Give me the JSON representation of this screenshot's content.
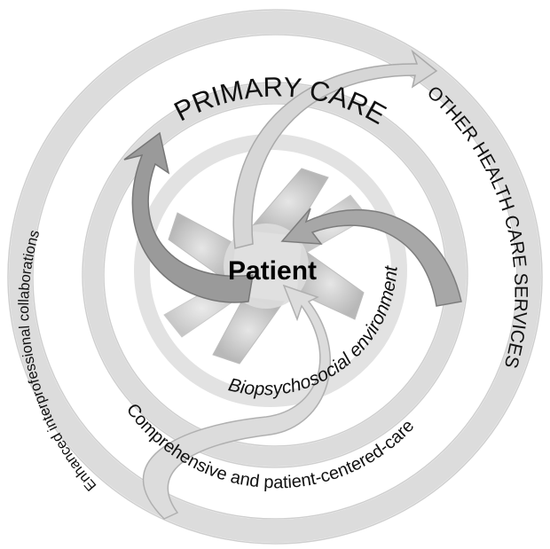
{
  "labels": {
    "center": "Patient",
    "primary_care": "PRIMARY CARE",
    "other_services": "OTHER HEALTH CARE SERVICES",
    "biopsychosocial": "Biopsychosocial environment",
    "comprehensive": "Comprehensive and patient-centered-care",
    "interprofessional": "Enhanced interprofessional collaborations"
  },
  "colors": {
    "ring_fill": "#f4f4f4",
    "ring_stroke": "#d2d2d2",
    "arrow_dark": "#8f8f8f",
    "arrow_mid": "#b5b5b5",
    "arrow_light": "#d9d9d9",
    "pinwheel": "#c9c9c9"
  }
}
